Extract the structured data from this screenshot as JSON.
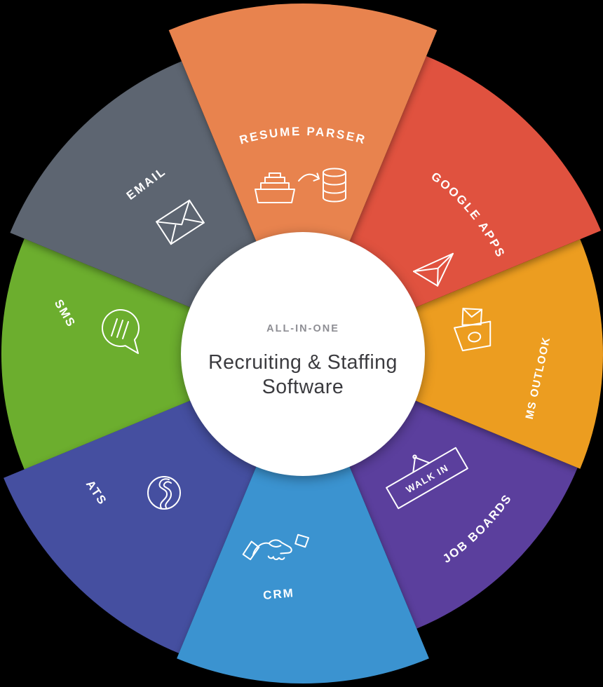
{
  "center": {
    "eyebrow": "ALL-IN-ONE",
    "title_line1": "Recruiting & Staffing",
    "title_line2": "Software",
    "eyebrow_color": "#8E8E94",
    "title_color": "#3B3B3F",
    "circle_color": "#FFFFFF"
  },
  "background_color": "#000000",
  "segments": [
    {
      "id": "resume-parser",
      "label": "RESUME PARSER",
      "color": "#E8834E",
      "icon": "card-index-to-database-icon"
    },
    {
      "id": "google-apps",
      "label": "GOOGLE APPS",
      "color": "#E0523F",
      "icon": "paper-plane-icon"
    },
    {
      "id": "ms-outlook",
      "label": "MS OUTLOOK",
      "color": "#EC9D20",
      "icon": "outlook-folder-icon"
    },
    {
      "id": "job-boards",
      "label": "JOB BOARDS",
      "color": "#5B3F9D",
      "icon": "walk-in-sign-icon",
      "sign_text": "WALK IN"
    },
    {
      "id": "crm",
      "label": "CRM",
      "color": "#3B93D0",
      "icon": "handshake-icon"
    },
    {
      "id": "ats",
      "label": "ATS",
      "color": "#454FA0",
      "icon": "route-circle-icon"
    },
    {
      "id": "sms",
      "label": "SMS",
      "color": "#6CAE2E",
      "icon": "chat-bubble-icon"
    },
    {
      "id": "email",
      "label": "EMAIL",
      "color": "#5D6571",
      "icon": "envelope-icon"
    }
  ]
}
